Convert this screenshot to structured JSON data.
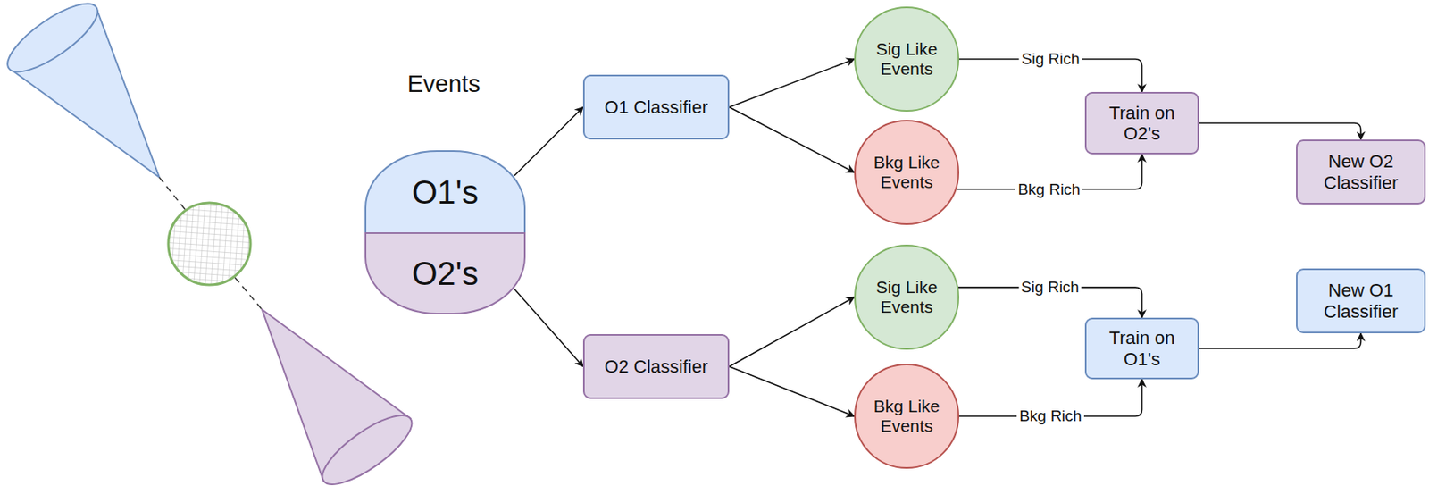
{
  "diagram": {
    "nodes": [
      {
        "text": [
          "O1's"
        ]
      },
      {
        "text": [
          "O2's"
        ]
      },
      {
        "text": [
          "O1 Classifier"
        ]
      },
      {
        "text": [
          "Sig Like Events"
        ]
      },
      {
        "text": [
          "Bkg Like Events"
        ]
      },
      {
        "text": [
          "Train on O2's"
        ]
      },
      {
        "text": [
          "New O2 Classifier"
        ]
      },
      {
        "text": [
          "O2 Classifier"
        ]
      },
      {
        "text": [
          "Sig Like Events"
        ]
      },
      {
        "text": [
          "Bkg Like Events"
        ]
      },
      {
        "text": [
          "Train on O1's"
        ]
      },
      {
        "text": [
          "New O1 Classifier"
        ]
      }
    ],
    "edges": [
      {
        "from": 0,
        "to": 2,
        "arrow": "to"
      },
      {
        "from": 1,
        "to": 7,
        "arrow": "to"
      },
      {
        "from": 2,
        "to": 3,
        "arrow": "to"
      },
      {
        "from": 2,
        "to": 4,
        "arrow": "to"
      },
      {
        "from": 3,
        "to": 5,
        "label": "Sig Rich",
        "arrow": "to"
      },
      {
        "from": 4,
        "to": 5,
        "label": "Bkg Rich",
        "arrow": "to"
      },
      {
        "from": 5,
        "to": 6,
        "arrow": "to"
      },
      {
        "from": 7,
        "to": 8,
        "arrow": "to"
      },
      {
        "from": 7,
        "to": 9,
        "arrow": "to"
      },
      {
        "from": 8,
        "to": 10,
        "label": "Sig Rich",
        "arrow": "to"
      },
      {
        "from": 9,
        "to": 10,
        "label": "Bkg Rich",
        "arrow": "to"
      },
      {
        "from": 10,
        "to": 11,
        "arrow": "to"
      }
    ],
    "labels": [
      "Events"
    ]
  }
}
